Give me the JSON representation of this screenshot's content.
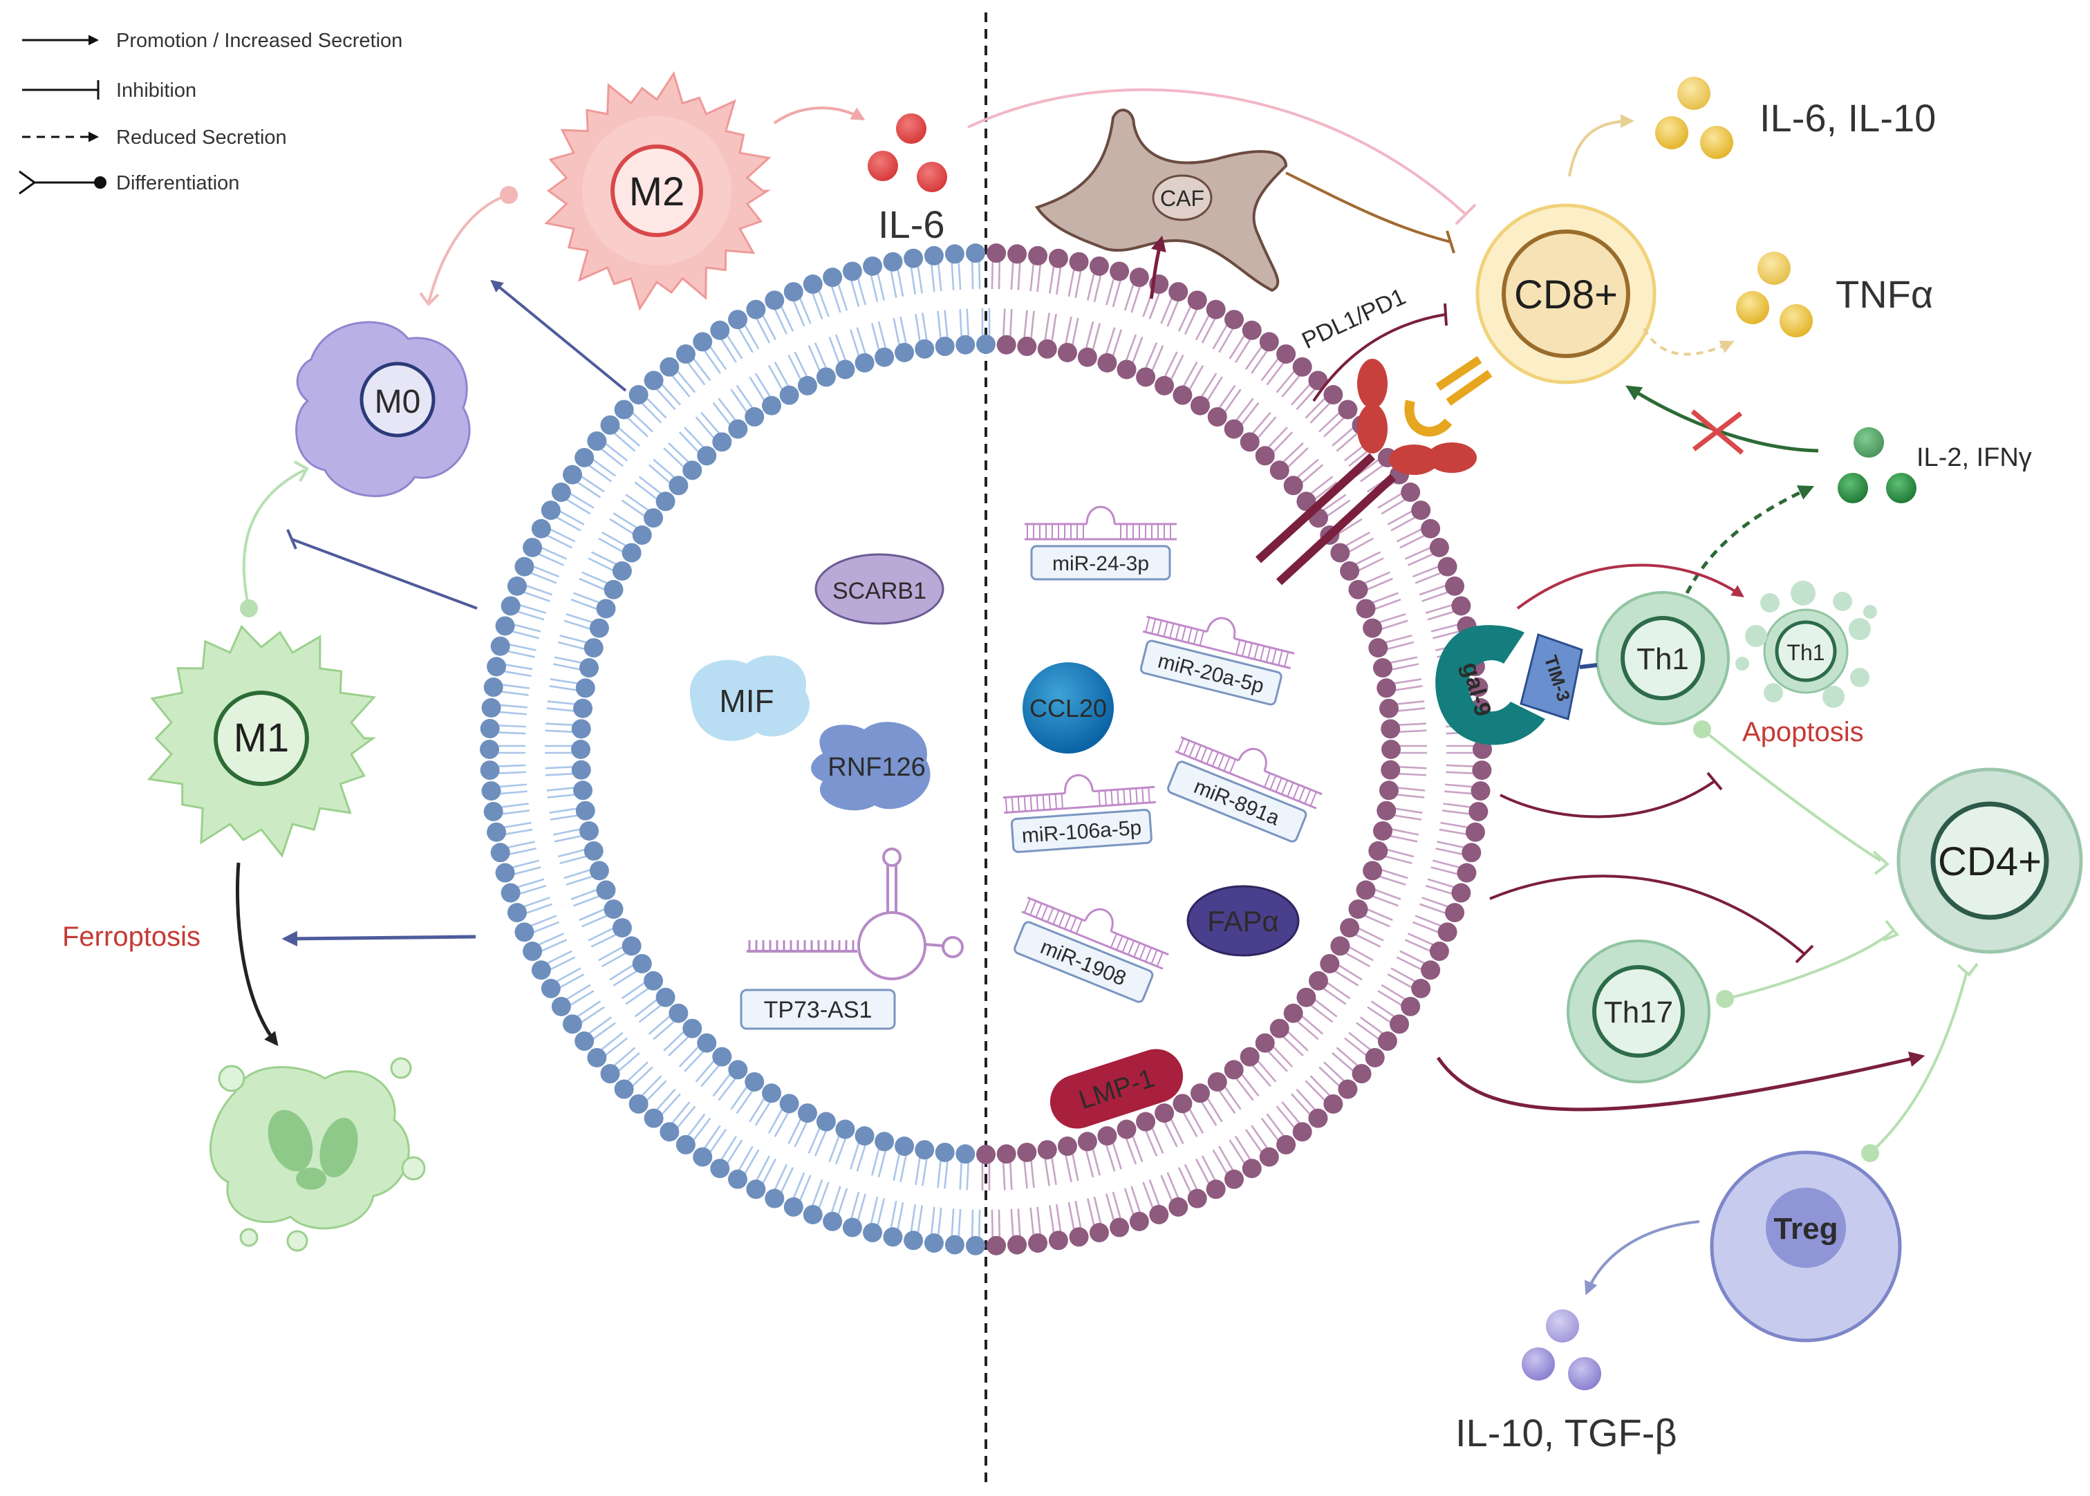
{
  "legend": {
    "promotion": "Promotion / Increased Secretion",
    "inhibition": "Inhibition",
    "reduced": "Reduced Secretion",
    "differentiation": "Differentiation"
  },
  "cells": {
    "m2": "M2",
    "m0": "M0",
    "m1": "M1",
    "caf": "CAF",
    "cd8": "CD8+",
    "cd4": "CD4+",
    "th1": "Th1",
    "th1_apoptotic": "Th1",
    "th17": "Th17",
    "treg": "Treg"
  },
  "cytokines": {
    "il6_left": "IL-6",
    "il6_il10": "IL-6, IL-10",
    "tnfa": "TNFα",
    "il2_ifng": "IL-2, IFNγ",
    "il10_tgfb": "IL-10, TGF-β"
  },
  "labels": {
    "pdl1_pd1": "PDL1/PD1",
    "ferroptosis": "Ferroptosis",
    "apoptosis": "Apoptosis",
    "gal9": "gal-9",
    "tim3": "TIM-3"
  },
  "cargo": {
    "scarb1": "SCARB1",
    "mif": "MIF",
    "rnf126": "RNF126",
    "tp73": "TP73-AS1",
    "ccl20": "CCL20",
    "fapa": "FAPα",
    "lmp1": "LMP-1",
    "mir24": "miR-24-3p",
    "mir20": "miR-20a-5p",
    "mir891": "miR-891a",
    "mir106": "miR-106a-5p",
    "mir1908": "miR-1908"
  },
  "colors": {
    "left_membrane": "#6e8fbd",
    "left_tail": "#a9c6ea",
    "right_membrane": "#8e5a7e",
    "right_tail": "#c9a3c6",
    "promotion_arrow": "#4e5b9b",
    "dark_red_arrow": "#7a1f3d",
    "red_text": "#c53a35"
  }
}
